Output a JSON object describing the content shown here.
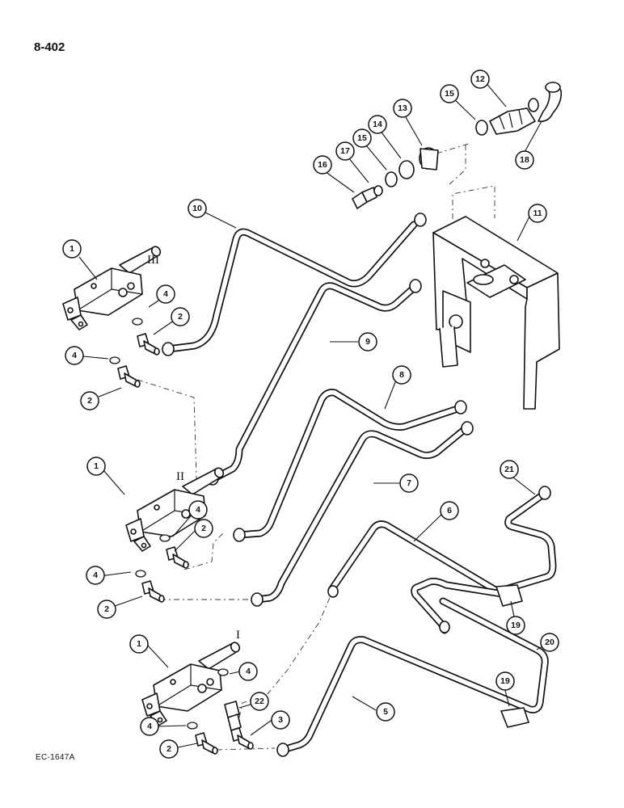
{
  "header": {
    "page_number": "8-402"
  },
  "footer": {
    "diagram_code": "EC-1647A"
  },
  "valve_sections": [
    "III",
    "II",
    "I"
  ],
  "callouts": [
    {
      "num": "1"
    },
    {
      "num": "4"
    },
    {
      "num": "2"
    },
    {
      "num": "4"
    },
    {
      "num": "2"
    },
    {
      "num": "10"
    },
    {
      "num": "9"
    },
    {
      "num": "16"
    },
    {
      "num": "17"
    },
    {
      "num": "15"
    },
    {
      "num": "14"
    },
    {
      "num": "13"
    },
    {
      "num": "15"
    },
    {
      "num": "12"
    },
    {
      "num": "18"
    },
    {
      "num": "11"
    },
    {
      "num": "8"
    },
    {
      "num": "1"
    },
    {
      "num": "4"
    },
    {
      "num": "2"
    },
    {
      "num": "4"
    },
    {
      "num": "2"
    },
    {
      "num": "7"
    },
    {
      "num": "21"
    },
    {
      "num": "6"
    },
    {
      "num": "19"
    },
    {
      "num": "20"
    },
    {
      "num": "1"
    },
    {
      "num": "4"
    },
    {
      "num": "22"
    },
    {
      "num": "3"
    },
    {
      "num": "4"
    },
    {
      "num": "2"
    },
    {
      "num": "5"
    },
    {
      "num": "19"
    }
  ]
}
